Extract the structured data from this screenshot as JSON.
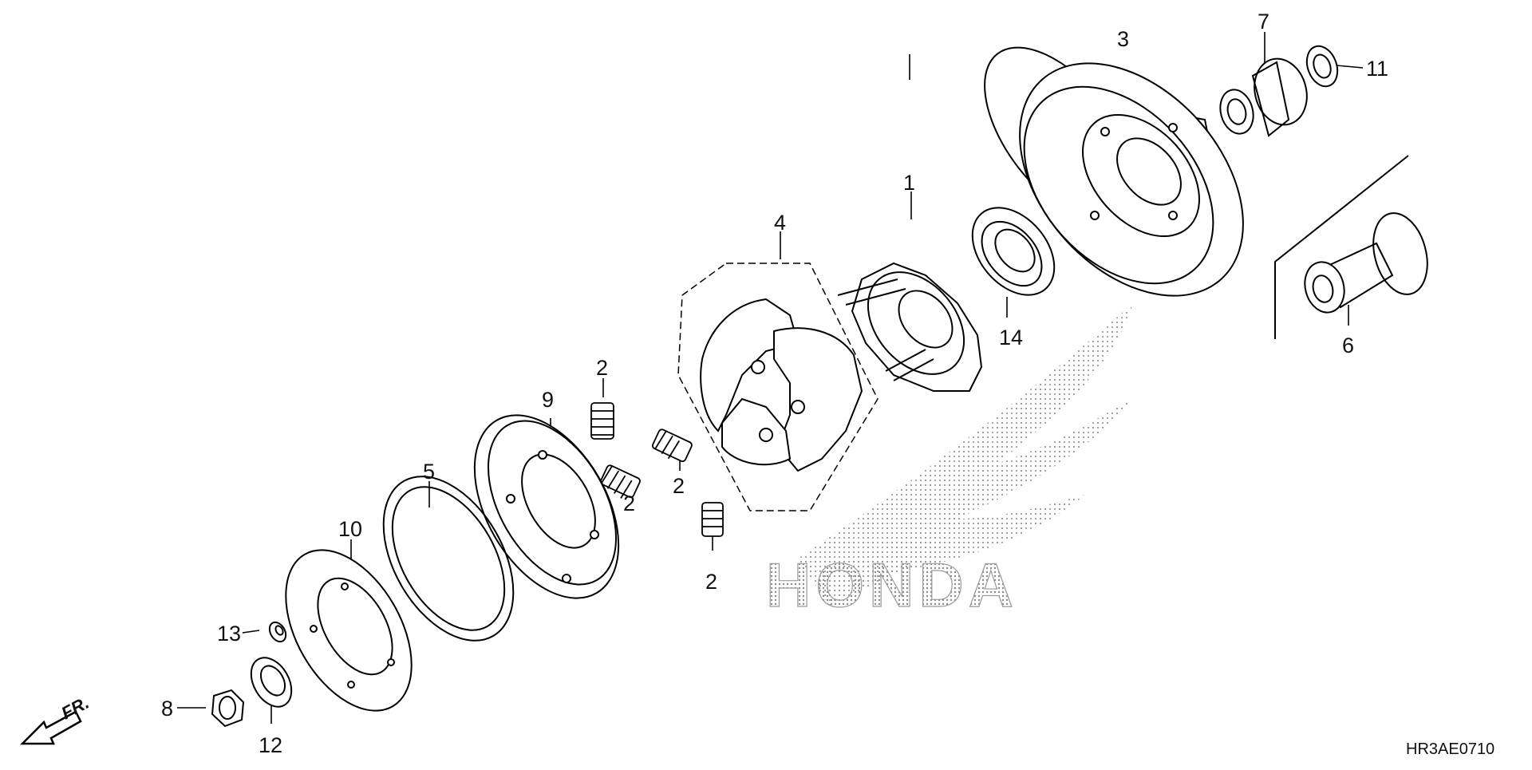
{
  "diagram": {
    "watermark": "HONDA",
    "diagram_code": "HR3AE0710",
    "direction_label": "FR.",
    "callouts": [
      "1",
      "2",
      "2",
      "2",
      "2",
      "3",
      "4",
      "5",
      "6",
      "7",
      "8",
      "9",
      "10",
      "11",
      "12",
      "13",
      "14"
    ]
  }
}
